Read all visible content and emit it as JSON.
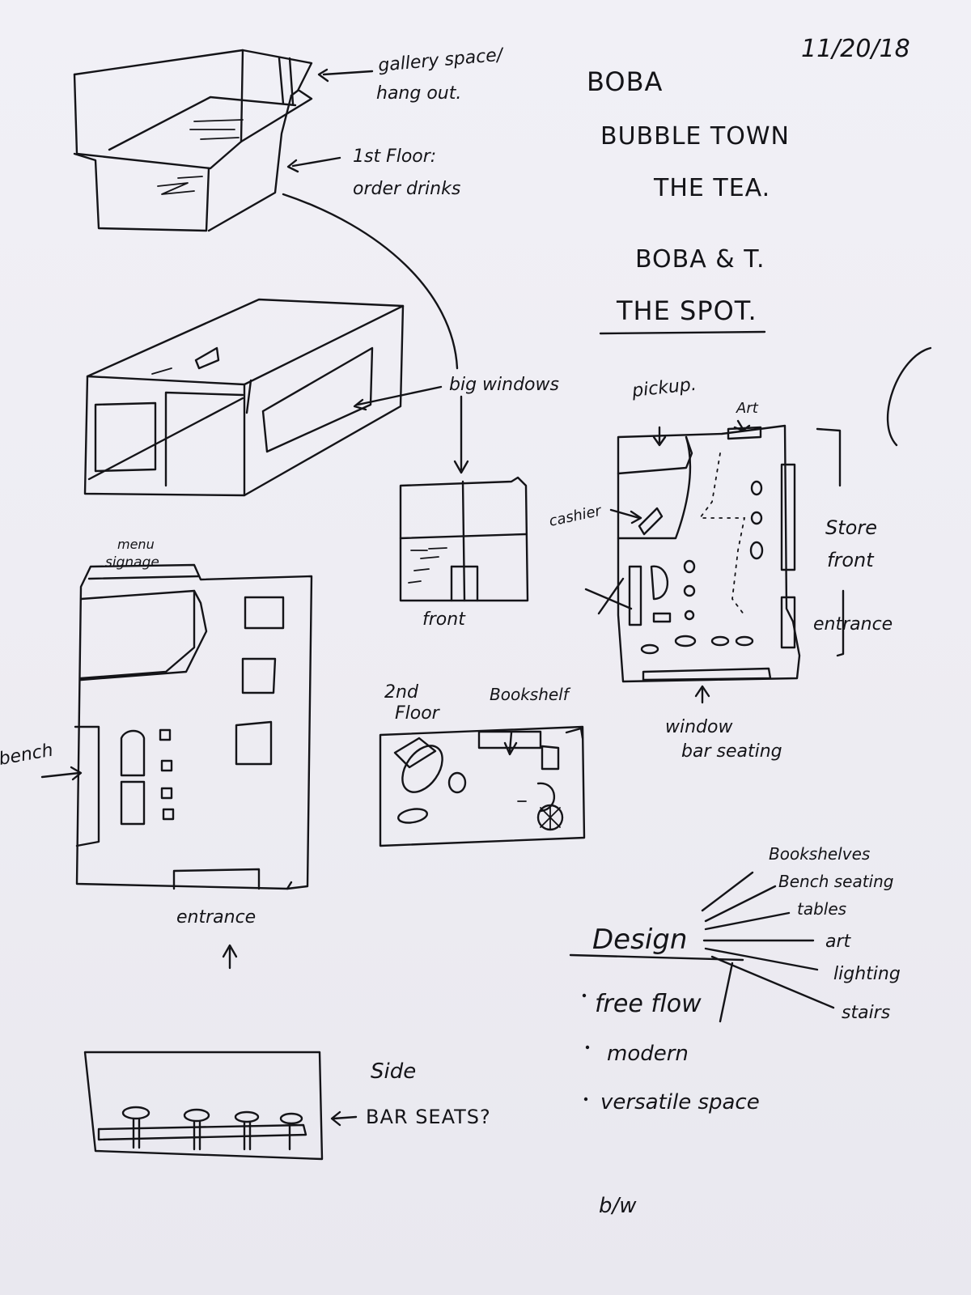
{
  "date": "11/20/18",
  "names": [
    "BOBA",
    "BUBBLE TOWN",
    "THE TEA.",
    "BOBA & T.",
    "THE SPOT."
  ],
  "labels": {
    "gallery": "gallery space/",
    "hangout": "hang out.",
    "first_floor": "1st Floor:",
    "order_drinks": "order drinks",
    "big_windows": "big windows",
    "front": "front",
    "pickup": "pickup.",
    "art": "Art",
    "cashier": "cashier",
    "store": "Store",
    "store_front": "front",
    "entrance_right": "entrance",
    "window": "window",
    "bar_seating": "bar seating",
    "second": "2nd",
    "floor": "Floor",
    "bookshelf": "Bookshelf",
    "menu": "menu",
    "signage": "signage",
    "bench": "bench",
    "entrance_left": "entrance",
    "side": "Side",
    "bar_seats": "BAR SEATS?",
    "signature": "b/w"
  },
  "design": {
    "title": "Design",
    "branches": [
      "Bookshelves",
      "Bench seating",
      "tables",
      "art",
      "lighting",
      "stairs"
    ],
    "bullets": [
      "free flow",
      "modern",
      "versatile space"
    ]
  }
}
